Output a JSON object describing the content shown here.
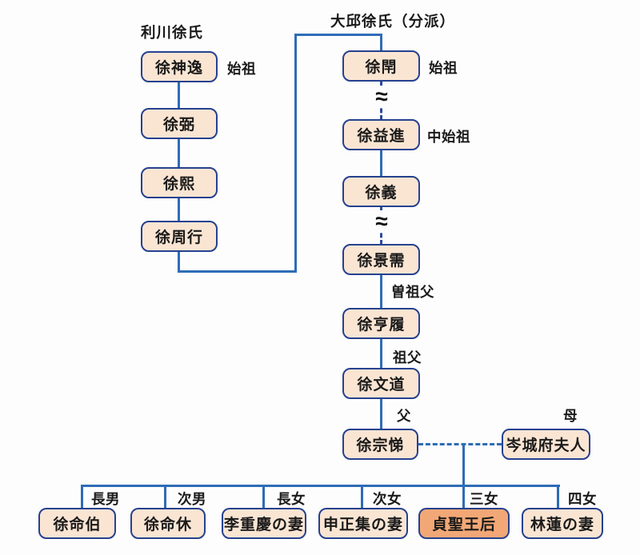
{
  "diagram": {
    "left_lineage": {
      "header": "利川徐氏",
      "nodes": [
        {
          "name": "徐神逸",
          "tag": "始祖"
        },
        {
          "name": "徐弼"
        },
        {
          "name": "徐熙"
        },
        {
          "name": "徐周行"
        }
      ]
    },
    "right_lineage": {
      "header": "大邱徐氏（分派）",
      "gap_symbol": "≈",
      "nodes": [
        {
          "name": "徐閈",
          "tag": "始祖"
        },
        {
          "name": "徐益進",
          "tag": "中始祖"
        },
        {
          "name": "徐義"
        },
        {
          "name": "徐景需"
        },
        {
          "name": "徐亨履",
          "tag": "曽祖父"
        },
        {
          "name": "徐文道",
          "tag": "祖父"
        },
        {
          "name": "徐宗悌",
          "tag": "父"
        }
      ],
      "mother": {
        "name": "岑城府夫人",
        "tag": "母"
      }
    },
    "children": [
      {
        "name": "徐命伯",
        "tag": "長男",
        "highlight": false
      },
      {
        "name": "徐命休",
        "tag": "次男",
        "highlight": false
      },
      {
        "name": "李重慶の妻",
        "tag": "長女",
        "highlight": false
      },
      {
        "name": "申正集の妻",
        "tag": "次女",
        "highlight": false
      },
      {
        "name": "貞聖王后",
        "tag": "三女",
        "highlight": true
      },
      {
        "name": "林蓮の妻",
        "tag": "四女",
        "highlight": false
      }
    ]
  },
  "colors": {
    "box_fill": "#fae5d3",
    "box_highlight_fill": "#f2a876",
    "box_border": "#26418f",
    "line": "#2e6cb6",
    "dash_line": "#2b4a9a",
    "text": "#1a1a1a",
    "background": "#fdfdfd"
  }
}
